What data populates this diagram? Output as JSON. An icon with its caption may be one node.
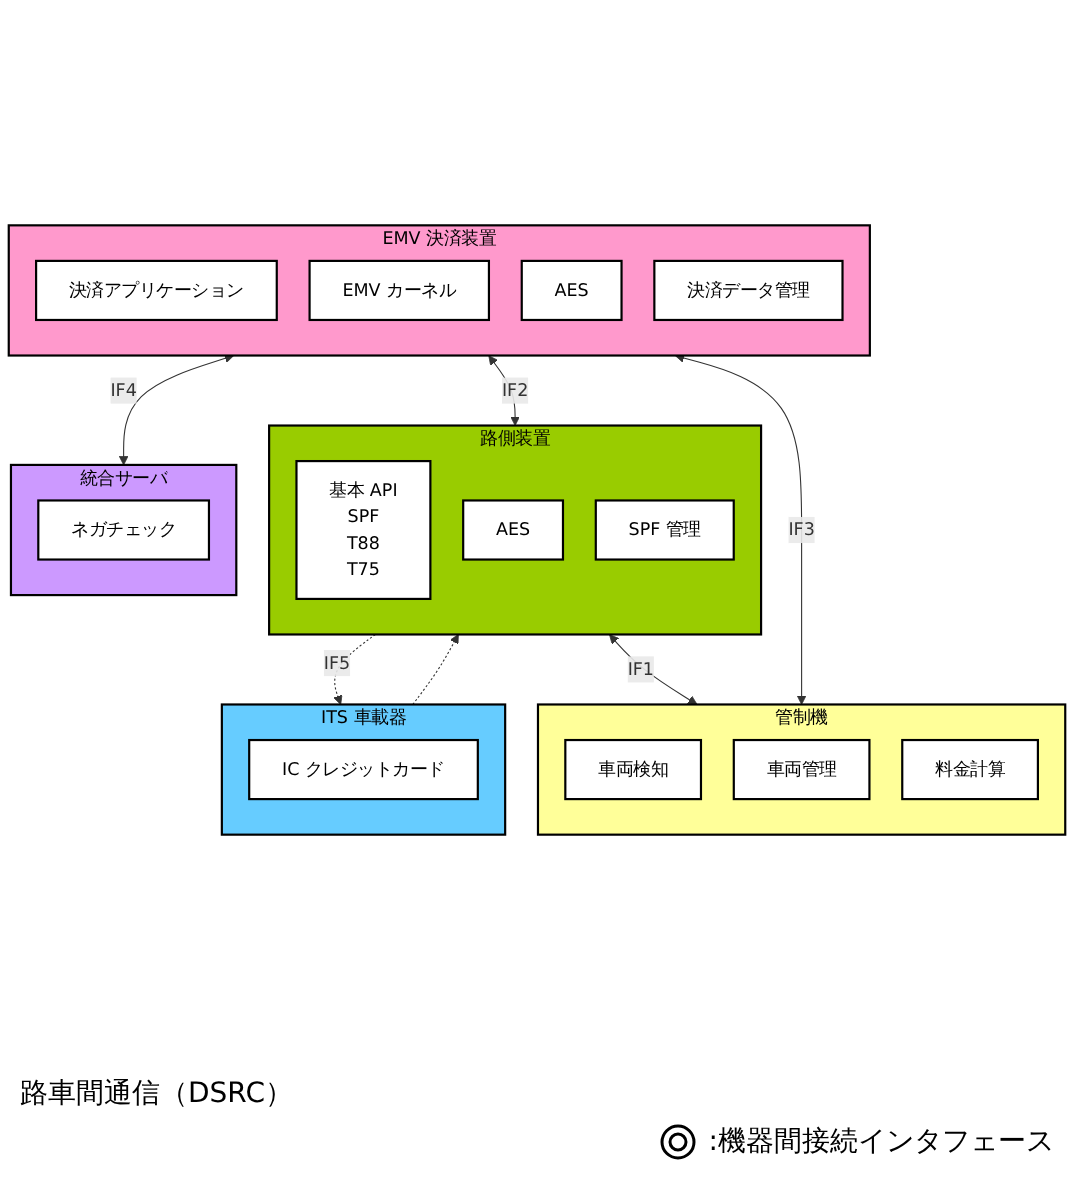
{
  "diagram": {
    "nodes": [
      {
        "text": [
          "ITS 車載器"
        ]
      },
      {
        "text": [
          "IC クレジットカード"
        ],
        "in": 0
      },
      {
        "text": [
          "路側装置"
        ]
      },
      {
        "text": [
          "基本 API",
          "SPF",
          "T88",
          "T75"
        ],
        "in": 2
      },
      {
        "text": [
          "AES"
        ],
        "in": 2
      },
      {
        "text": [
          "SPF 管理"
        ],
        "in": 2
      },
      {
        "text": [
          "EMV 決済装置"
        ]
      },
      {
        "text": [
          "決済アプリケーション"
        ],
        "in": 6
      },
      {
        "text": [
          "EMV カーネル"
        ],
        "in": 6
      },
      {
        "text": [
          "AES"
        ],
        "in": 6
      },
      {
        "text": [
          "決済データ管理"
        ],
        "in": 6
      },
      {
        "text": [
          "管制機"
        ]
      },
      {
        "text": [
          "車両検知"
        ],
        "in": 11
      },
      {
        "text": [
          "車両管理"
        ],
        "in": 11
      },
      {
        "text": [
          "料金計算"
        ],
        "in": 11
      },
      {
        "text": [
          "統合サーバ"
        ]
      },
      {
        "text": [
          "ネガチェック"
        ],
        "in": 15
      }
    ],
    "edges": [
      {
        "from": 2,
        "to": 0,
        "arrow": "to",
        "style": "dashed",
        "label": "IF5"
      },
      {
        "from": 0,
        "to": 2,
        "arrow": "to",
        "style": "dashed"
      },
      {
        "from": 6,
        "to": 2,
        "arrow": "both",
        "label": "IF2"
      },
      {
        "from": 2,
        "to": 11,
        "arrow": "both",
        "label": "IF1"
      },
      {
        "from": 6,
        "to": 11,
        "arrow": "both",
        "label": "IF3"
      },
      {
        "from": 6,
        "to": 15,
        "arrow": "both",
        "label": "IF4"
      }
    ],
    "labels": [
      "路車間通信（DSRC）"
    ],
    "legend": [
      {
        "text": ":機器間接続インタフェース"
      }
    ]
  }
}
